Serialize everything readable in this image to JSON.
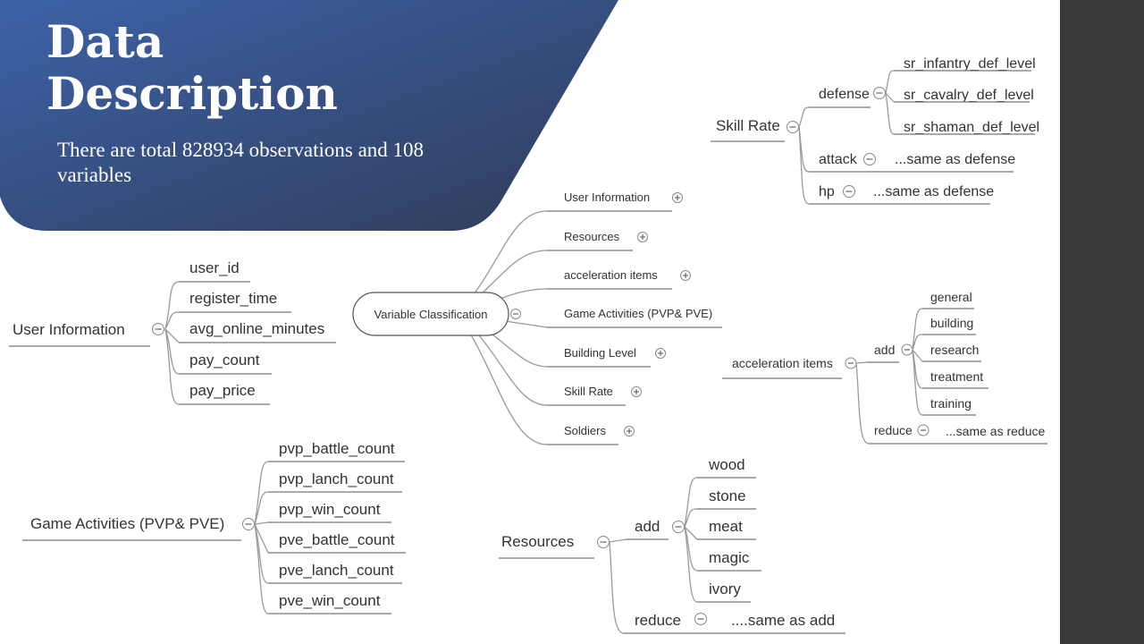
{
  "slide": {
    "title_line1": "Data",
    "title_line2": "Description",
    "subtitle": "There are total 828934 observations and 108 variables"
  },
  "colors": {
    "title_band_start": "#3d62a8",
    "title_band_end": "#2f3c58",
    "right_bar": "#3a3a3a",
    "connector": "#9a9a9a"
  },
  "icons": {
    "collapse": "minus-circle-icon",
    "expand": "plus-circle-icon"
  },
  "center": {
    "label": "Variable Classification",
    "branches": [
      "User Information",
      "Resources",
      "acceleration items",
      "Game Activities (PVP& PVE)",
      "Building Level",
      "Skill Rate",
      "Soldiers"
    ]
  },
  "user_information": {
    "label": "User Information",
    "items": [
      "user_id",
      "register_time",
      "avg_online_minutes",
      "pay_count",
      "pay_price"
    ]
  },
  "game_activities": {
    "label": "Game Activities (PVP& PVE)",
    "items": [
      "pvp_battle_count",
      "pvp_lanch_count",
      "pvp_win_count",
      "pve_battle_count",
      "pve_lanch_count",
      "pve_win_count"
    ]
  },
  "resources": {
    "label": "Resources",
    "add": {
      "label": "add",
      "items": [
        "wood",
        "stone",
        "meat",
        "magic",
        "ivory"
      ]
    },
    "reduce": {
      "label": "reduce",
      "note": "....same as add"
    }
  },
  "acceleration_items": {
    "label": "acceleration items",
    "add": {
      "label": "add",
      "items": [
        "general",
        "building",
        "research",
        "treatment",
        "training"
      ]
    },
    "reduce": {
      "label": "reduce",
      "note": "...same as reduce"
    }
  },
  "skill_rate": {
    "label": "Skill Rate",
    "defense": {
      "label": "defense",
      "items": [
        "sr_infantry_def_level",
        "sr_cavalry_def_level",
        "sr_shaman_def_level"
      ]
    },
    "attack": {
      "label": "attack",
      "note": "...same as defense"
    },
    "hp": {
      "label": "hp",
      "note": "...same as defense"
    }
  }
}
